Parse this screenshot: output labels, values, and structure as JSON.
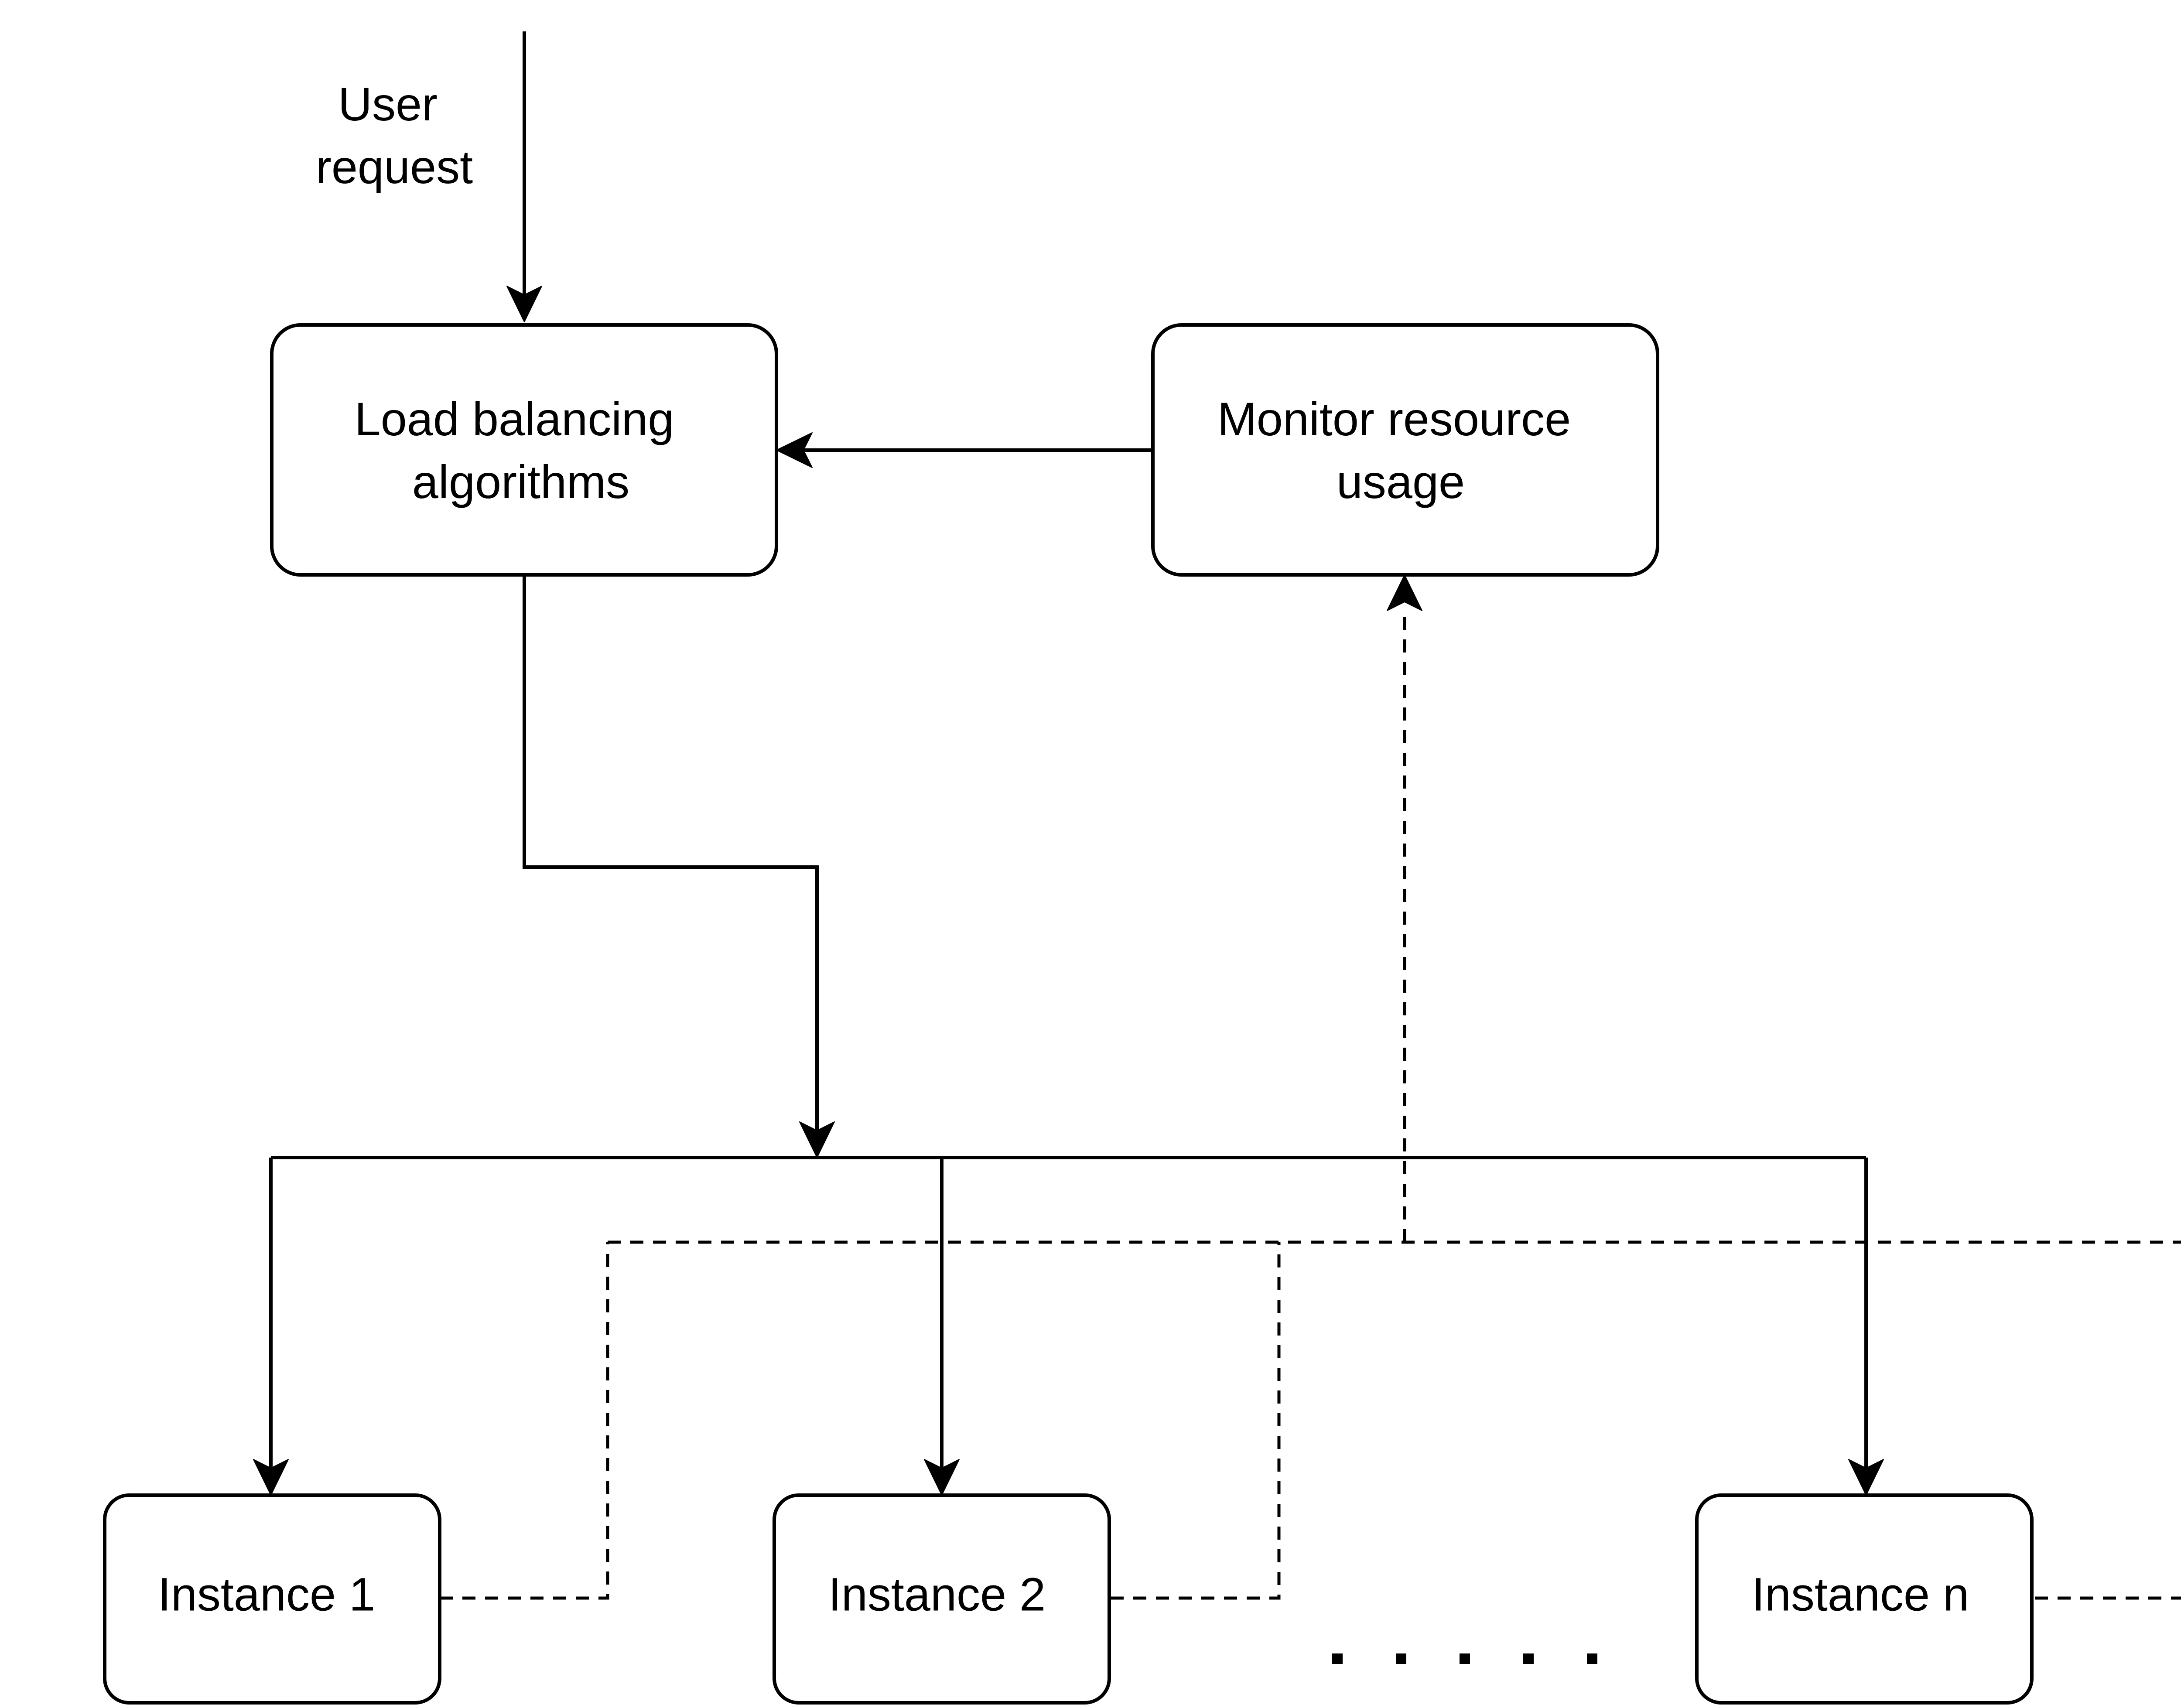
{
  "diagram": {
    "input_label": "User\nrequest",
    "nodes": {
      "load_balancer": "Load balancing\nalgorithms",
      "monitor": "Monitor resource\nusage",
      "instance_1": "Instance 1",
      "instance_2": "Instance 2",
      "instance_n": "Instance n"
    },
    "ellipsis": ". . . . .",
    "edges": [
      {
        "from": "user_request",
        "to": "load_balancer",
        "style": "solid"
      },
      {
        "from": "monitor",
        "to": "load_balancer",
        "style": "solid"
      },
      {
        "from": "load_balancer",
        "to": "instance_1",
        "style": "solid"
      },
      {
        "from": "load_balancer",
        "to": "instance_2",
        "style": "solid"
      },
      {
        "from": "load_balancer",
        "to": "instance_n",
        "style": "solid"
      },
      {
        "from": "instance_1",
        "to": "monitor",
        "style": "dashed"
      },
      {
        "from": "instance_2",
        "to": "monitor",
        "style": "dashed"
      },
      {
        "from": "instance_n",
        "to": "monitor",
        "style": "dashed"
      }
    ]
  }
}
